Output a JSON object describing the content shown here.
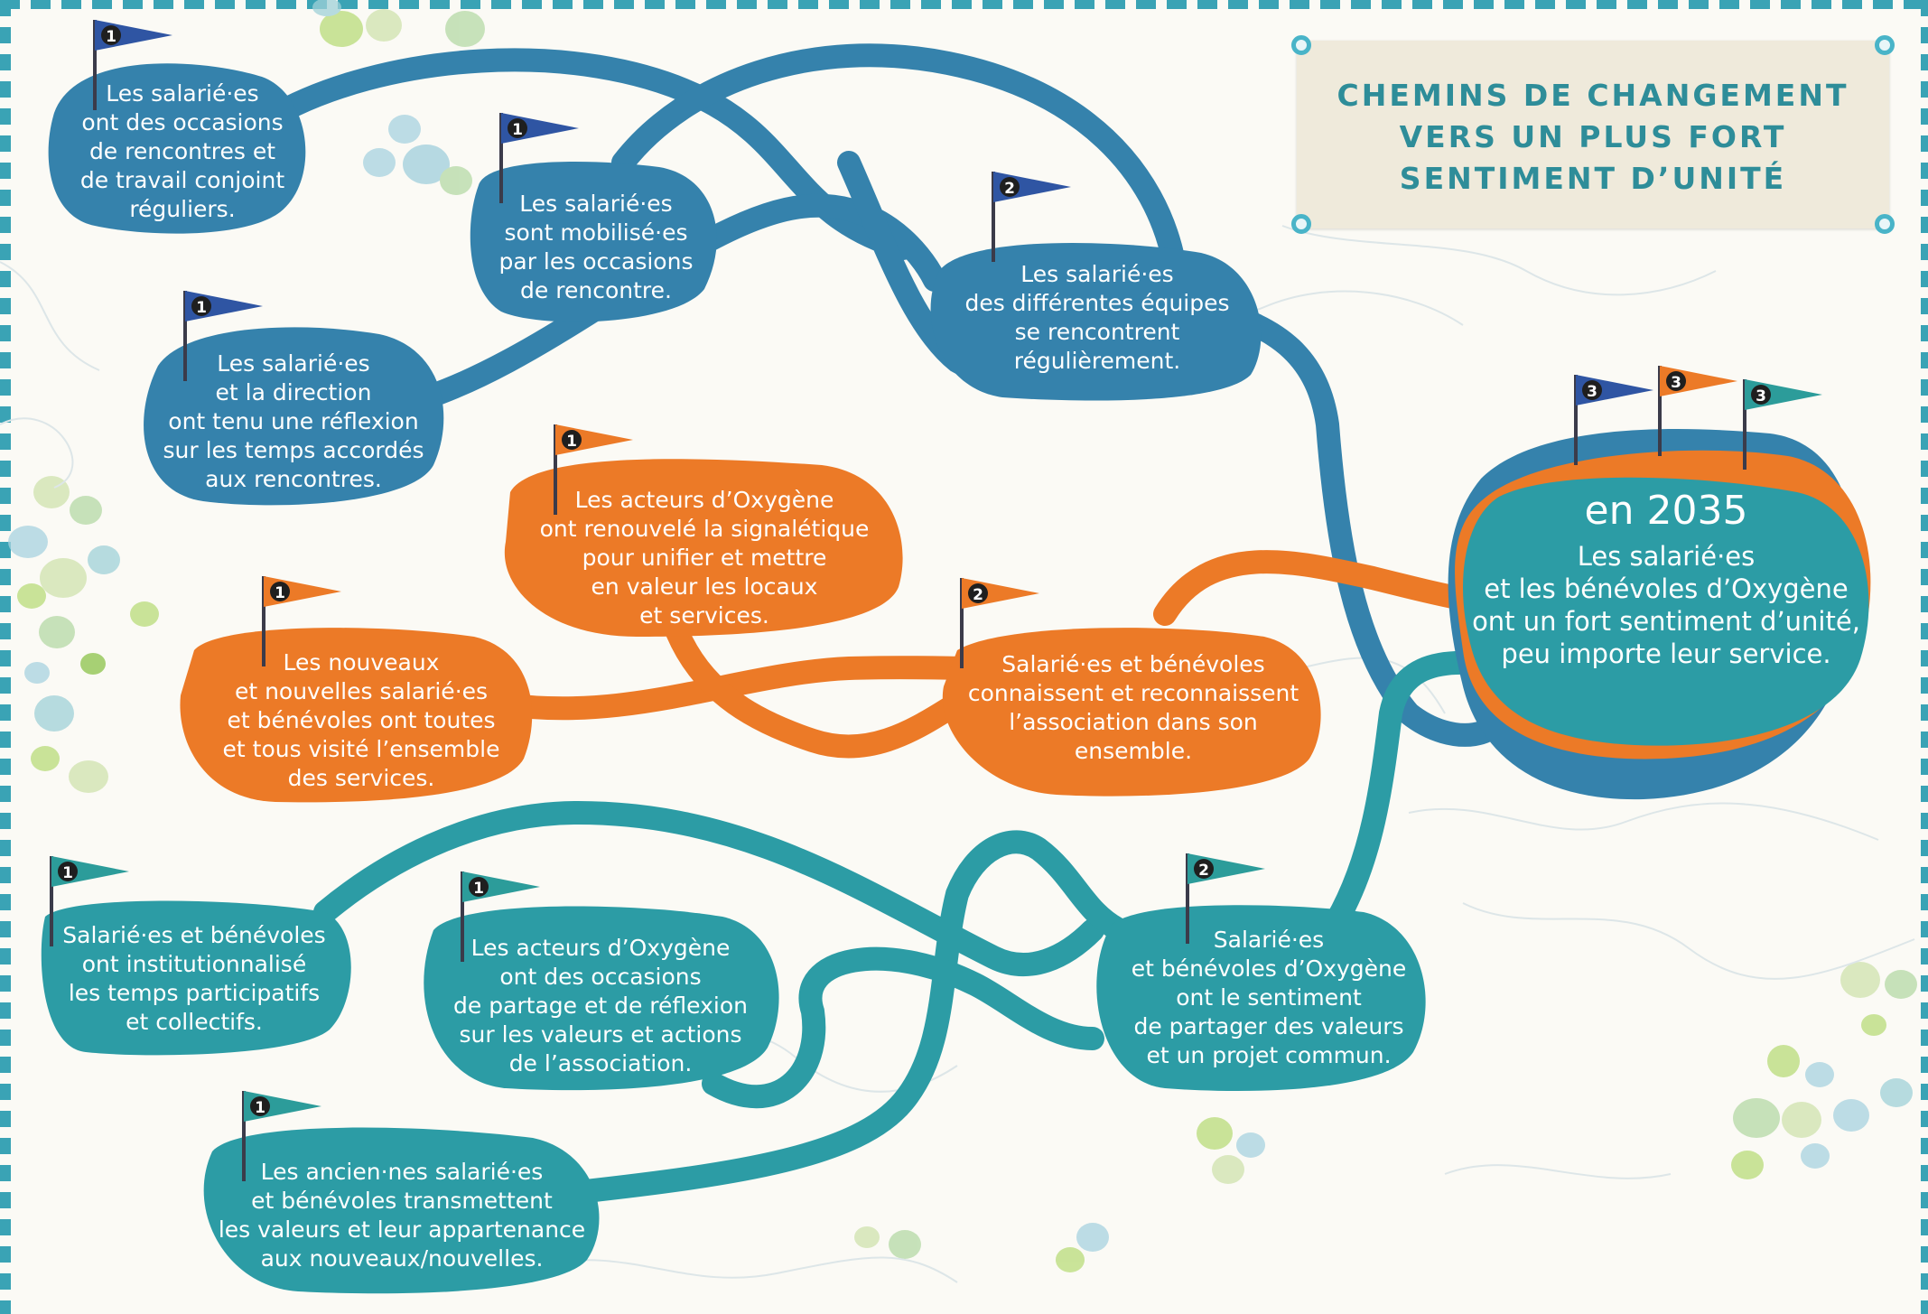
{
  "title": "CHEMINS DE CHANGEMENT\nVERS UN PLUS FORT\nSENTIMENT D’UNITÉ",
  "colors": {
    "blue": "#3582ac",
    "orange": "#ec7a27",
    "teal": "#2c9ca5",
    "flag_blue": "#2f55a3",
    "flag_orange": "#ec7a27",
    "flag_teal": "#2c9c9a",
    "background": "#fbfaf5",
    "title": "#2e8d99"
  },
  "nodes": {
    "b1": {
      "text": "Les salarié·es\nont des occasions\nde rencontres et\nde travail conjoint\nréguliers.",
      "flag": "1"
    },
    "b2": {
      "text": "Les salarié·es\nsont mobilisé·es\npar les occasions\nde rencontre.",
      "flag": "1"
    },
    "b3": {
      "text": "Les salarié·es\net la direction\nont tenu une réflexion\nsur les temps accordés\naux rencontres.",
      "flag": "1"
    },
    "b4": {
      "text": "Les salarié·es\ndes différentes équipes\nse rencontrent\nrégulièrement.",
      "flag": "2"
    },
    "o1": {
      "text": "Les acteurs d’Oxygène\nont renouvelé la signalétique\npour unifier et mettre\nen valeur les locaux\net services.",
      "flag": "1"
    },
    "o2": {
      "text": "Les nouveaux\net nouvelles salarié·es\net bénévoles ont toutes\net tous visité l’ensemble\ndes services.",
      "flag": "1"
    },
    "o3": {
      "text": "Salarié·es et bénévoles\nconnaissent et reconnaissent\nl’association dans son\nensemble.",
      "flag": "2"
    },
    "t1": {
      "text": "Salarié·es et bénévoles\nont institutionnalisé\nles temps participatifs\net collectifs.",
      "flag": "1"
    },
    "t2": {
      "text": "Les acteurs d’Oxygène\nont des occasions\nde partage et de réflexion\nsur les valeurs et actions\nde l’association.",
      "flag": "1"
    },
    "t3": {
      "text": "Salarié·es\net bénévoles d’Oxygène\nont le sentiment\nde partager des valeurs\net un projet commun.",
      "flag": "2"
    },
    "t4": {
      "text": "Les ancien·nes salarié·es\net bénévoles transmettent\nles valeurs et leur appartenance\naux nouveaux/nouvelles.",
      "flag": "1"
    }
  },
  "goal": {
    "year": "en 2035",
    "text": "Les salarié·es\net les bénévoles d’Oxygène\nont un fort sentiment d’unité,\npeu importe leur service.",
    "flags": [
      "3",
      "3",
      "3"
    ]
  }
}
